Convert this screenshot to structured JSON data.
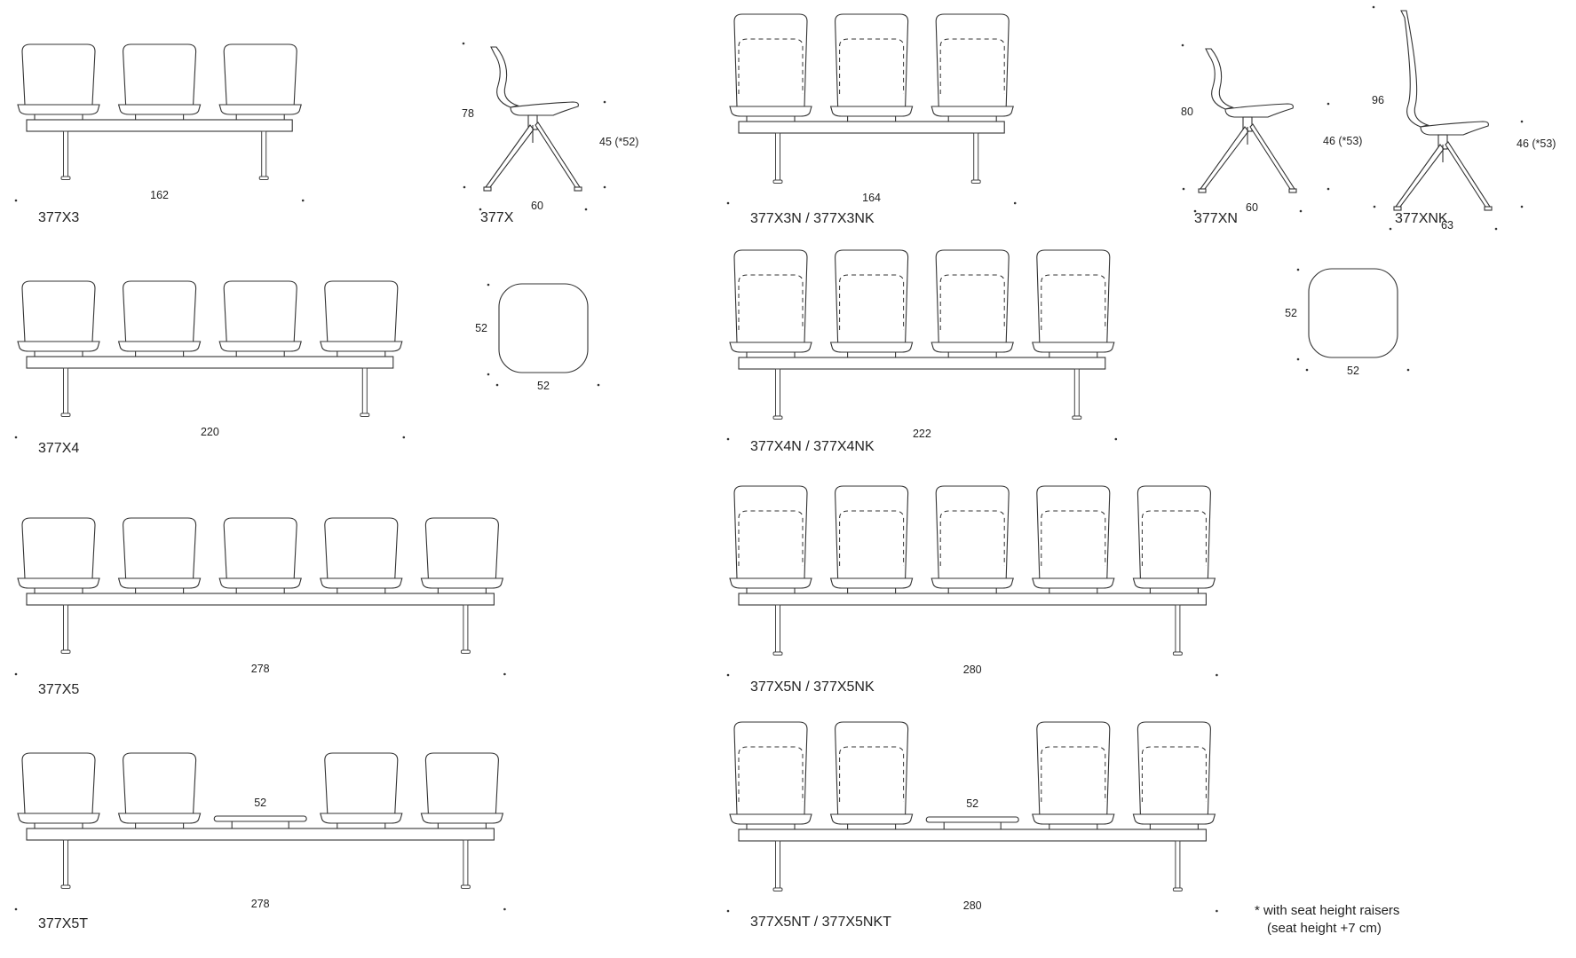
{
  "rows": [
    {
      "id": "377X3",
      "label": "377X3",
      "count": 3,
      "width_dim": "162",
      "high_back": false,
      "table_at": null,
      "table_dim": null
    },
    {
      "id": "377X4",
      "label": "377X4",
      "count": 4,
      "width_dim": "220",
      "high_back": false,
      "table_at": null,
      "table_dim": null
    },
    {
      "id": "377X5",
      "label": "377X5",
      "count": 5,
      "width_dim": "278",
      "high_back": false,
      "table_at": null,
      "table_dim": null
    },
    {
      "id": "377X5T",
      "label": "377X5T",
      "count": 5,
      "width_dim": "278",
      "high_back": false,
      "table_at": 2,
      "table_dim": "52"
    },
    {
      "id": "377X3N",
      "label": "377X3N / 377X3NK",
      "count": 3,
      "width_dim": "164",
      "high_back": true,
      "table_at": null,
      "table_dim": null
    },
    {
      "id": "377X4N",
      "label": "377X4N / 377X4NK",
      "count": 4,
      "width_dim": "222",
      "high_back": true,
      "table_at": null,
      "table_dim": null
    },
    {
      "id": "377X5N",
      "label": "377X5N / 377X5NK",
      "count": 5,
      "width_dim": "280",
      "high_back": true,
      "table_at": null,
      "table_dim": null
    },
    {
      "id": "377X5NT",
      "label": "377X5NT / 377X5NKT",
      "count": 5,
      "width_dim": "280",
      "high_back": true,
      "table_at": 2,
      "table_dim": "52"
    }
  ],
  "side_views": [
    {
      "id": "377X",
      "label": "377X",
      "height_dim": "78",
      "seat_dim": "45 (*52)",
      "depth_dim": "60"
    },
    {
      "id": "377XN",
      "label": "377XN",
      "height_dim": "80",
      "seat_dim": "46 (*53)",
      "depth_dim": "60"
    },
    {
      "id": "377XNK",
      "label": "377XNK",
      "height_dim": "96",
      "seat_dim": "46 (*53)",
      "depth_dim": "63"
    }
  ],
  "top_views": [
    {
      "id": "top-377X",
      "w_dim": "52",
      "d_dim": "52"
    },
    {
      "id": "top-377XN",
      "w_dim": "52",
      "d_dim": "52"
    }
  ],
  "footnote": {
    "line1": "* with seat height raisers",
    "line2": "(seat height +7 cm)"
  }
}
